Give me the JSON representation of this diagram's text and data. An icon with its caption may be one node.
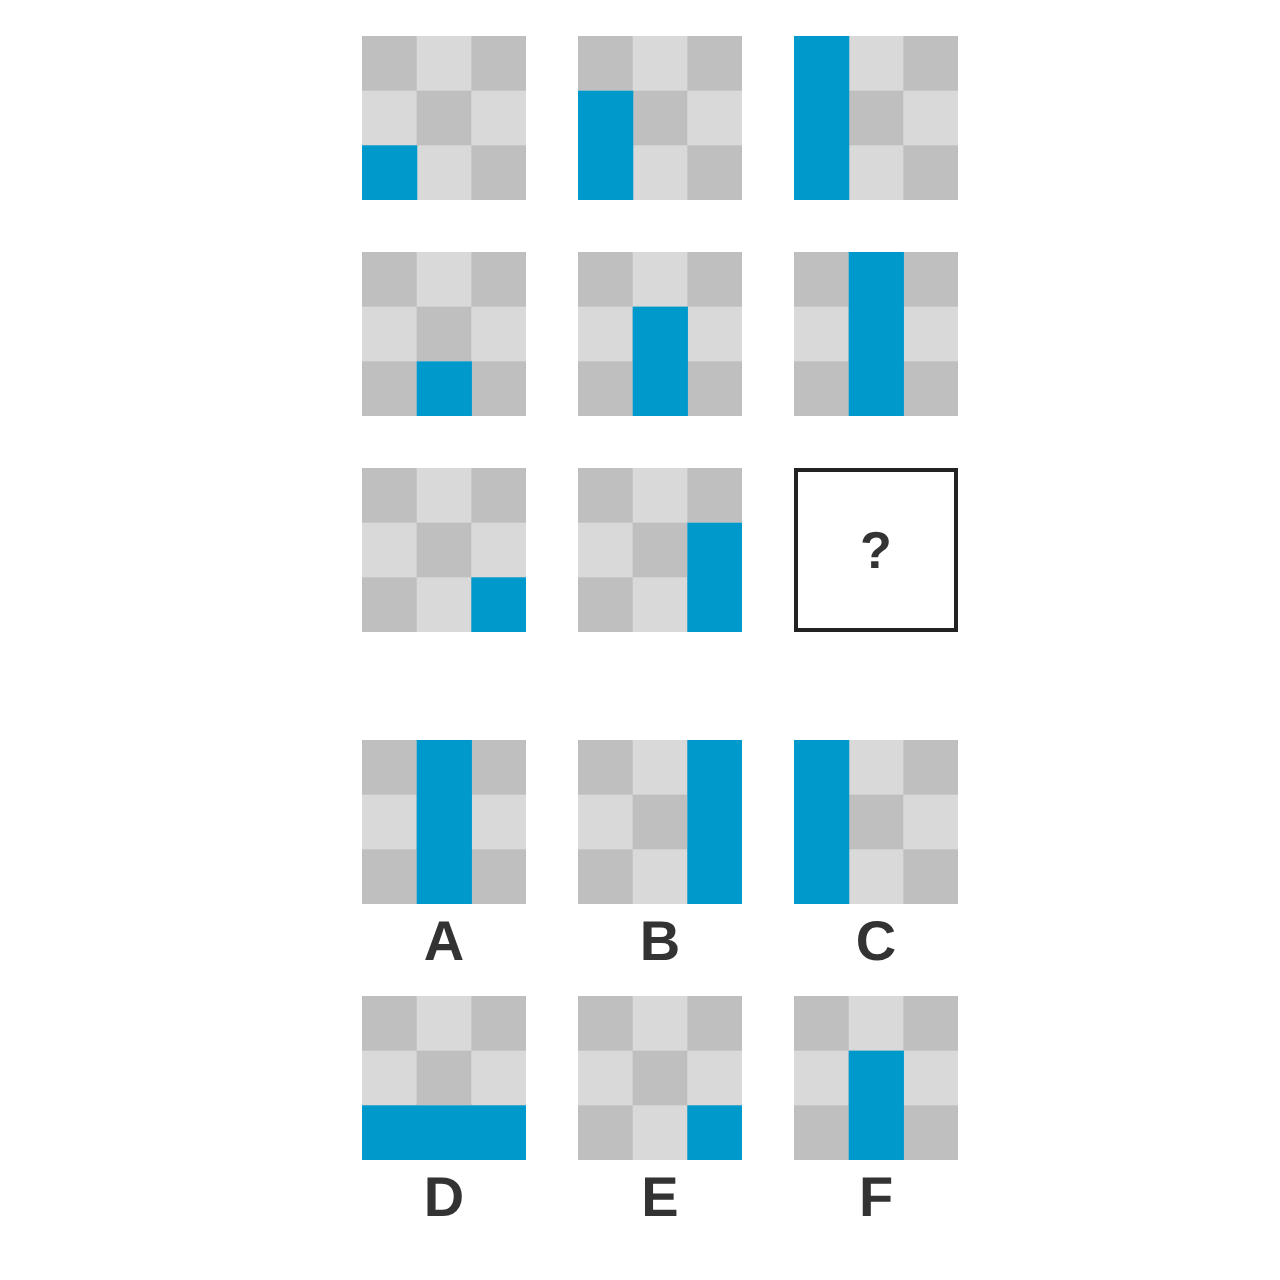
{
  "diagram": {
    "nodes": [
      {
        "text": [],
        "shape": "picture"
      },
      {
        "text": [],
        "shape": "picture"
      },
      {
        "text": [],
        "shape": "picture"
      },
      {
        "text": [],
        "shape": "picture"
      },
      {
        "text": [],
        "shape": "picture"
      },
      {
        "text": [],
        "shape": "picture"
      },
      {
        "text": [],
        "shape": "picture"
      },
      {
        "text": [],
        "shape": "picture"
      },
      {
        "text": [
          "?"
        ]
      },
      {
        "text": [],
        "shape": "picture",
        "beside": [
          "A"
        ]
      },
      {
        "text": [],
        "shape": "picture",
        "beside": [
          "B"
        ]
      },
      {
        "text": [],
        "shape": "picture",
        "beside": [
          "C"
        ]
      },
      {
        "text": [],
        "shape": "picture",
        "beside": [
          "D"
        ]
      },
      {
        "text": [],
        "shape": "picture",
        "beside": [
          "E"
        ]
      },
      {
        "text": [],
        "shape": "picture",
        "beside": [
          "F"
        ]
      }
    ],
    "edges": []
  }
}
